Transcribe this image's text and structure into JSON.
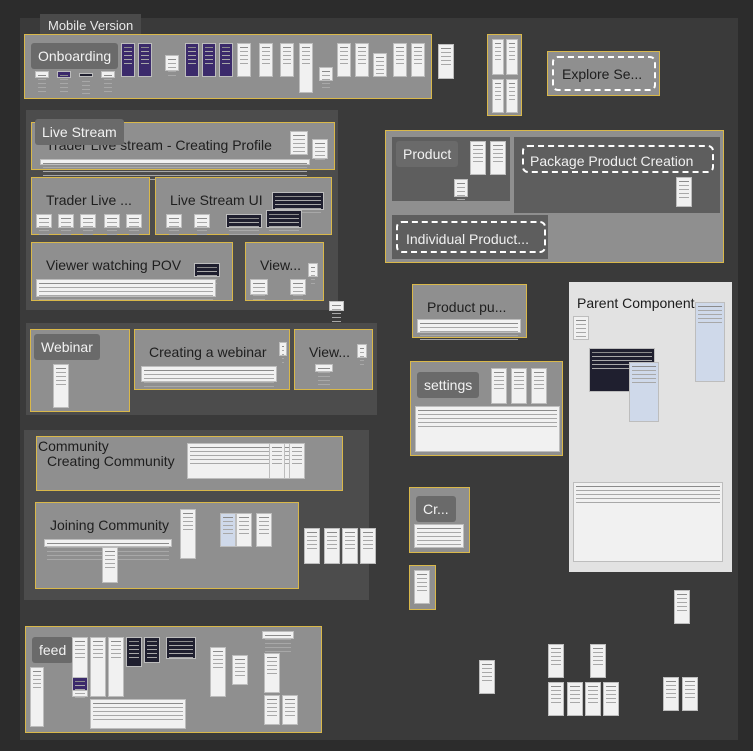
{
  "frame_title": "Mobile Version",
  "sections": {
    "onboarding": "Onboarding",
    "live_stream": "Live Stream",
    "trader_live_stream_creating": "Trader Live stream - Creating Profile",
    "trader_live": "Trader Live ...",
    "live_stream_ui": "Live Stream UI",
    "viewer_watching_pov": "Viewer watching POV",
    "view_1": "View...",
    "webinar": "Webinar",
    "creating_webinar": "Creating a webinar",
    "view_2": "View...",
    "community": "Community",
    "creating_community": "Creating Community",
    "joining_community": "Joining Community",
    "feed": "feed",
    "explore": "Explore Se...",
    "product": "Product",
    "package_product_creation": "Package Product Creation",
    "individual_product": "Individual Product...",
    "product_pu": "Product pu...",
    "settings": "settings",
    "cr": "Cr...",
    "parent_component": "Parent Component"
  }
}
